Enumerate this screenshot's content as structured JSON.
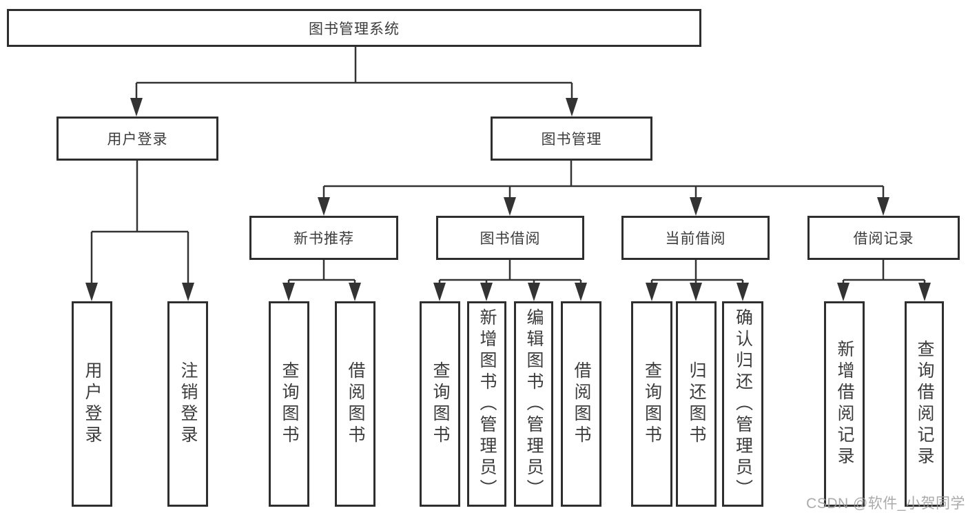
{
  "colors": {
    "line": "#333333",
    "box_border": "#2e2e2e",
    "text": "#3c3c3c",
    "watermark": "#9c9c9c",
    "background": "#ffffff"
  },
  "watermark": {
    "text": "CSDN @软件_小贺同学"
  },
  "tree": {
    "root": {
      "label": "图书管理系统",
      "children": [
        {
          "label": "用户登录",
          "children": [
            {
              "label": "用户登录"
            },
            {
              "label": "注销登录"
            }
          ]
        },
        {
          "label": "图书管理",
          "children": [
            {
              "label": "新书推荐",
              "children": [
                {
                  "label": "查询图书"
                },
                {
                  "label": "借阅图书"
                }
              ]
            },
            {
              "label": "图书借阅",
              "children": [
                {
                  "label": "查询图书"
                },
                {
                  "label": "新增图书（管理员）"
                },
                {
                  "label": "编辑图书（管理员）"
                },
                {
                  "label": "借阅图书"
                }
              ]
            },
            {
              "label": "当前借阅",
              "children": [
                {
                  "label": "查询图书"
                },
                {
                  "label": "归还图书"
                },
                {
                  "label": "确认归还（管理员）"
                }
              ]
            },
            {
              "label": "借阅记录",
              "children": [
                {
                  "label": "新增借阅记录"
                },
                {
                  "label": "查询借阅记录"
                }
              ]
            }
          ]
        }
      ]
    }
  }
}
